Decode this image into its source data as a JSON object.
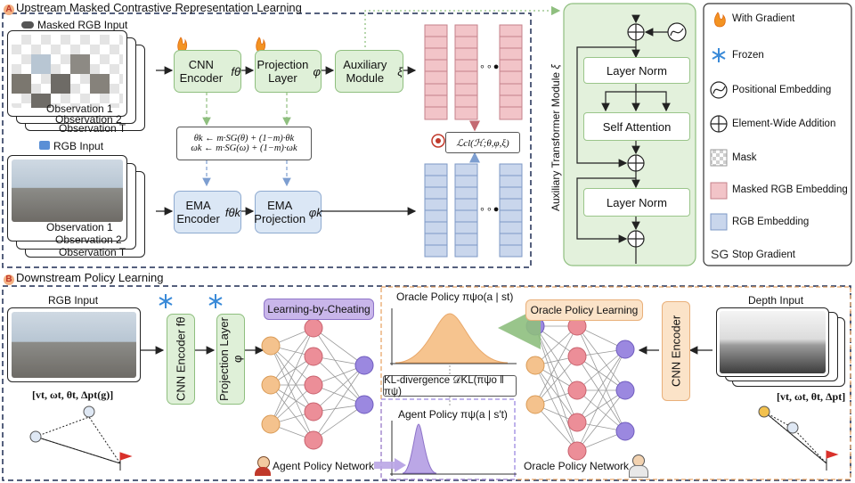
{
  "section_a": {
    "letter": "A",
    "title": "Upstream Masked Contrastive Representation Learning"
  },
  "section_b": {
    "letter": "B",
    "title": "Downstream Policy Learning"
  },
  "upstream": {
    "masked_input_label": "Masked RGB Input",
    "rgb_input_label": "RGB Input",
    "obs1": "Observation 1",
    "obs2": "Observation 2",
    "obsT": "Observation T",
    "cnn_encoder": "CNN Encoder",
    "cnn_encoder_sym": "fθ",
    "projection": "Projection Layer",
    "projection_sym": "φ",
    "aux_module": "Auxiliary Module",
    "aux_module_sym": "ξ",
    "ema_encoder": "EMA Encoder",
    "ema_encoder_sym": "fθk",
    "ema_projection": "EMA Projection",
    "ema_projection_sym": "φk",
    "update_eq1": "θk ← m·SG(θ) + (1−m)·θk",
    "update_eq2": "ωk ← m·SG(ω) + (1−m)·ωk",
    "loss": "ℒcl(ℋ;θ,φ,ξ)",
    "ellipsis": "∘∘●"
  },
  "transformer": {
    "label": "Auxiliary Transformer Module",
    "label_sym": "ξ",
    "layer_norm_1": "Layer Norm",
    "self_attention": "Self Attention",
    "layer_norm_2": "Layer Norm"
  },
  "legend": {
    "with_gradient": "With Gradient",
    "frozen": "Frozen",
    "positional_embedding": "Positional Embedding",
    "element_wise_addition": "Element-Wide Addition",
    "mask": "Mask",
    "masked_rgb_embedding": "Masked RGB Embedding",
    "rgb_embedding": "RGB Embedding",
    "sg_symbol": "SG",
    "stop_gradient": "Stop Gradient"
  },
  "downstream": {
    "rgb_input_label": "RGB Input",
    "cnn_encoder": "CNN Encoder fθ",
    "projection": "Projection Layer φ",
    "lbc": "Learning-by-Cheating",
    "agent_state": "[vt, ωt, θt, Δpt(g)]",
    "agent_network": "Agent Policy Network",
    "oracle_policy": "Oracle Policy  πψo(a | st)",
    "oracle_learning": "Oracle Policy Learning",
    "kl": "KL-divergence  𝒟KL(πψo ‖ πψ)",
    "agent_policy": "Agent Policy  πψ(a | s′t)",
    "depth_input_label": "Depth Input",
    "depth_cnn": "CNN Encoder",
    "oracle_state": "[vt, ωt, θt, Δpt]",
    "oracle_network": "Oracle Policy Network"
  },
  "colors": {
    "masked_embedding": "#f2c4c8",
    "rgb_embedding": "#c9d6ec",
    "green_panel": "#e3f1dc",
    "oracle_orange": "#f6c48f",
    "agent_purple": "#bba7e6",
    "node_pink": "#ec8e98",
    "node_orange": "#f4c28d",
    "node_purple": "#9b88e0"
  }
}
